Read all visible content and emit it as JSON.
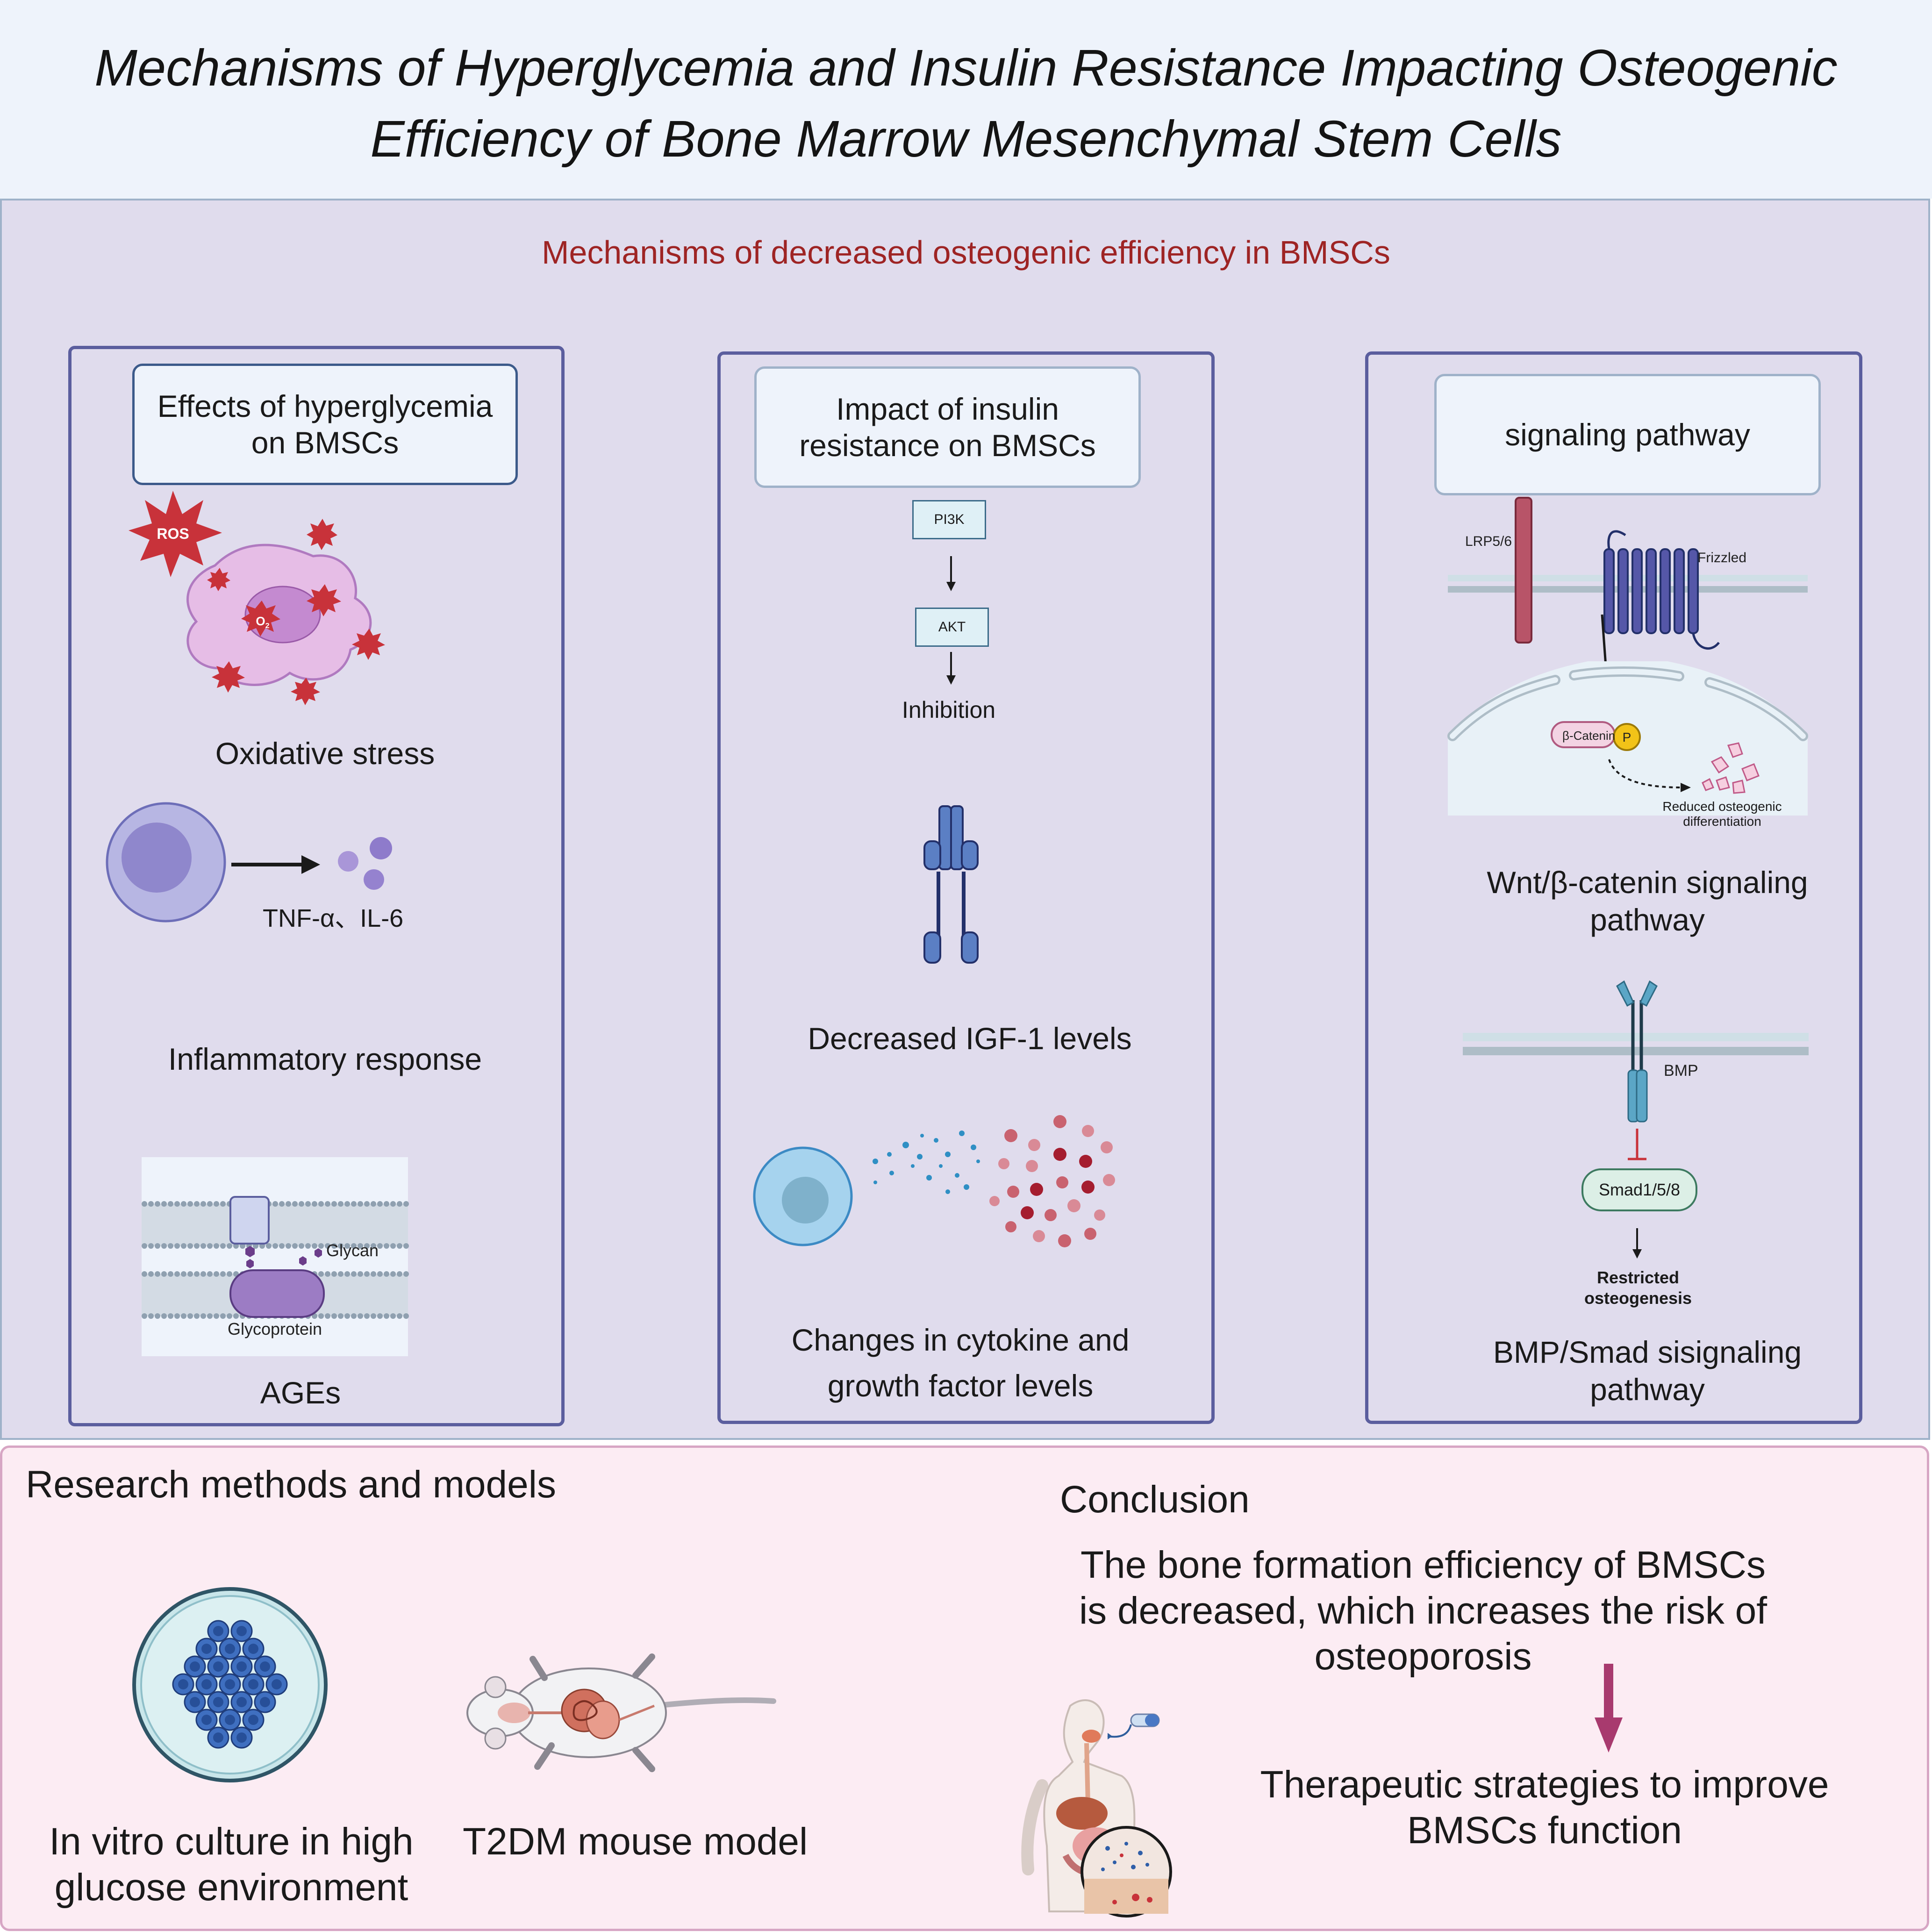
{
  "title": {
    "line1": "Mechanisms of Hyperglycemia and Insulin Resistance Impacting Osteogenic",
    "line2": "Efficiency of Bone Marrow Mesenchymal Stem Cells"
  },
  "mechanisms": {
    "heading": "Mechanisms of decreased osteogenic efficiency in BMSCs",
    "hyperglycemia": {
      "header_line1": "Effects of hyperglycemia",
      "header_line2": "on BMSCs",
      "ros_label": "ROS",
      "o2_label": "O",
      "o2_sub": "2",
      "oxidative_stress": "Oxidative stress",
      "cytokines": "TNF-α、IL-6",
      "inflammatory_response": "Inflammatory response",
      "glycan": "Glycan",
      "glycoprotein": "Glycoprotein",
      "ages": "AGEs"
    },
    "insulin": {
      "header_line1": "Impact of insulin",
      "header_line2": "resistance on BMSCs",
      "pi3k": "PI3K",
      "akt": "AKT",
      "inhibition": "Inhibition",
      "igf1": "Decreased IGF-1 levels",
      "cytokine_line1": "Changes in cytokine and",
      "cytokine_line2": "growth factor levels"
    },
    "signaling": {
      "header": "signaling pathway",
      "lrp": "LRP5/6",
      "frizzled": "Frizzled",
      "beta_catenin": "β-Catenin",
      "p": "P",
      "reduced_line1": "Reduced osteogenic",
      "reduced_line2": "differentiation",
      "wnt_line1": "Wnt/β-catenin signaling",
      "wnt_line2": "pathway",
      "bmp": "BMP",
      "smad": "Smad1/5/8",
      "restricted_line1": "Restricted",
      "restricted_line2": "osteogenesis",
      "bmp_line1": "BMP/Smad sisignaling",
      "bmp_line2": "pathway"
    }
  },
  "bottom": {
    "research_heading": "Research methods and models",
    "invitro_line1": "In vitro culture in high",
    "invitro_line2": "glucose environment",
    "mouse": "T2DM mouse model",
    "conclusion_heading": "Conclusion",
    "conclusion_line1": "The bone formation efficiency of BMSCs",
    "conclusion_line2": "is decreased, which increases the risk of",
    "conclusion_line3": "osteoporosis",
    "therapy_line1": "Therapeutic strategies to improve",
    "therapy_line2": "BMSCs function"
  },
  "colors": {
    "panel_border": "#5b5e9e",
    "mechanism_heading": "#9e2424",
    "ros_red": "#c8323a",
    "bottom_bg": "#fcecf3",
    "arrow_magenta": "#a83a6e"
  }
}
